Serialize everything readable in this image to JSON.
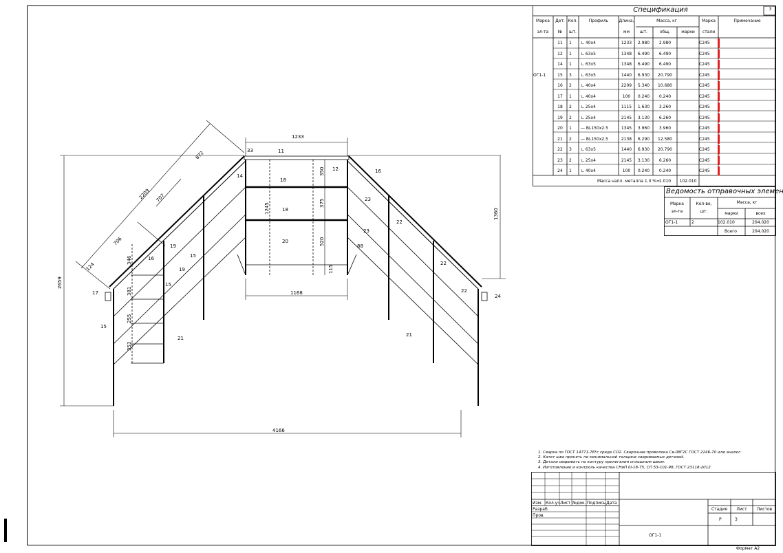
{
  "sheet": {
    "sheet_no_corner": "3",
    "format": "Формат A2",
    "left_bar_mark": ""
  },
  "spec": {
    "title": "Спецификация",
    "headers": {
      "mark_top": "Марка",
      "mark_bot": "эл-та",
      "det_top": "Дет.",
      "det_bot": "№",
      "qty_top": "Кол.",
      "qty_bot": "шт.",
      "profile": "Профиль",
      "length_top": "Длина,",
      "length_bot": "мм",
      "mass_top": "Масса, кг",
      "mass_pc": "шт.",
      "mass_total": "общ.",
      "mass_mark": "марки",
      "steel_top": "Марка",
      "steel_bot": "стали",
      "note": "Примечание"
    },
    "element_mark": "ОГ1-1",
    "rows": [
      {
        "det": "11",
        "qty": "1",
        "profile": "∟ 40х4",
        "len": "1233",
        "m_pc": "2.980",
        "m_tot": "2.980",
        "steel": "С245"
      },
      {
        "det": "12",
        "qty": "1",
        "profile": "∟ 63х5",
        "len": "1348",
        "m_pc": "6.490",
        "m_tot": "6.490",
        "steel": "С245"
      },
      {
        "det": "14",
        "qty": "1",
        "profile": "∟ 63х5",
        "len": "1348",
        "m_pc": "6.490",
        "m_tot": "6.490",
        "steel": "С245"
      },
      {
        "det": "15",
        "qty": "3",
        "profile": "∟ 63х5",
        "len": "1440",
        "m_pc": "6.930",
        "m_tot": "20.790",
        "steel": "С245"
      },
      {
        "det": "16",
        "qty": "2",
        "profile": "∟ 40х4",
        "len": "2209",
        "m_pc": "5.340",
        "m_tot": "10.680",
        "steel": "С245"
      },
      {
        "det": "17",
        "qty": "1",
        "profile": "∟ 40х4",
        "len": "100",
        "m_pc": "0.240",
        "m_tot": "0.240",
        "steel": "С245"
      },
      {
        "det": "18",
        "qty": "2",
        "profile": "∟ 25х4",
        "len": "1115",
        "m_pc": "1.630",
        "m_tot": "3.260",
        "steel": "С245"
      },
      {
        "det": "19",
        "qty": "2",
        "profile": "∟ 25х4",
        "len": "2145",
        "m_pc": "3.130",
        "m_tot": "6.260",
        "steel": "С245"
      },
      {
        "det": "20",
        "qty": "1",
        "profile": "— BL150х2.5",
        "len": "1345",
        "m_pc": "3.960",
        "m_tot": "3.960",
        "steel": "С245"
      },
      {
        "det": "21",
        "qty": "2",
        "profile": "— BL150х2.5",
        "len": "2138",
        "m_pc": "6.290",
        "m_tot": "12.580",
        "steel": "С245"
      },
      {
        "det": "22",
        "qty": "3",
        "profile": "∟ 63х5",
        "len": "1440",
        "m_pc": "6.930",
        "m_tot": "20.790",
        "steel": "С245"
      },
      {
        "det": "23",
        "qty": "2",
        "profile": "∟ 25х4",
        "len": "2145",
        "m_pc": "3.130",
        "m_tot": "6.260",
        "steel": "С245"
      },
      {
        "det": "24",
        "qty": "1",
        "profile": "∟ 40х4",
        "len": "100",
        "m_pc": "0.240",
        "m_tot": "0.240",
        "steel": "С245"
      }
    ],
    "weld_label": "Масса напл. металла 1.0 %=",
    "weld_value": "1.010",
    "mark_mass": "102.010",
    "accent_color": "#e02020"
  },
  "shipping": {
    "title": "Ведомость отправочных элементов",
    "headers": {
      "mark_top": "Марка",
      "mark_bot": "эл-та",
      "qty_top": "Кол-во,",
      "qty_bot": "шт.",
      "mass_top": "Масса, кг",
      "mass_mark": "марки",
      "mass_all": "всех"
    },
    "rows": [
      {
        "mark": "ОГ1-1",
        "qty": "2",
        "m_mark": "102.010",
        "m_all": "204.020"
      }
    ],
    "total_label": "Всего",
    "total_value": "204.020"
  },
  "notes": [
    "1. Сварка по ГОСТ 14771-76*с среде СО2. Сварочная проволока Св-08Г2С ГОСТ 2246-70 или аналог.",
    "2. Катет шва принять по минимальной толщине свариваемых деталей.",
    "3. Детали сваривать по контуру прилегания сплошным швом.",
    "4. Изготовление и контроль качества СНиП III-18-75, СП 53-101-98, ГОСТ 23118-2012."
  ],
  "title_block": {
    "izm": "Изм.",
    "kol": "Кол.уч.",
    "list": "Лист",
    "ndok": "№док.",
    "podp": "Подпись",
    "data": "Дата",
    "razrab": "Разраб.",
    "prov": "Пров.",
    "stage": "Стадия",
    "sheet": "Лист",
    "sheets": "Листов",
    "stage_val": "Р",
    "sheet_val": "3",
    "drawing_name": "ОГ1-1"
  },
  "drawing": {
    "dims": {
      "top_width": "1233",
      "inner_width": "1168",
      "bottom_width": "4166",
      "height_total": "2659",
      "height_right": "1360",
      "slope_total": "2209",
      "slope_672": "672",
      "slope_707": "707",
      "slope_706": "706",
      "slope_124": "124",
      "d33": "33",
      "d350": "350",
      "d375": "375",
      "d520": "520",
      "d1245": "1245",
      "d115": "115",
      "d88": "88",
      "d346": "346",
      "d381": "381",
      "d255": "255",
      "d353": "353"
    },
    "callouts": [
      "11",
      "12",
      "14",
      "16",
      "18",
      "18",
      "20",
      "23",
      "23",
      "22",
      "22",
      "22",
      "24",
      "88",
      "17",
      "15",
      "16",
      "19",
      "19",
      "15",
      "15",
      "21",
      "21"
    ]
  }
}
